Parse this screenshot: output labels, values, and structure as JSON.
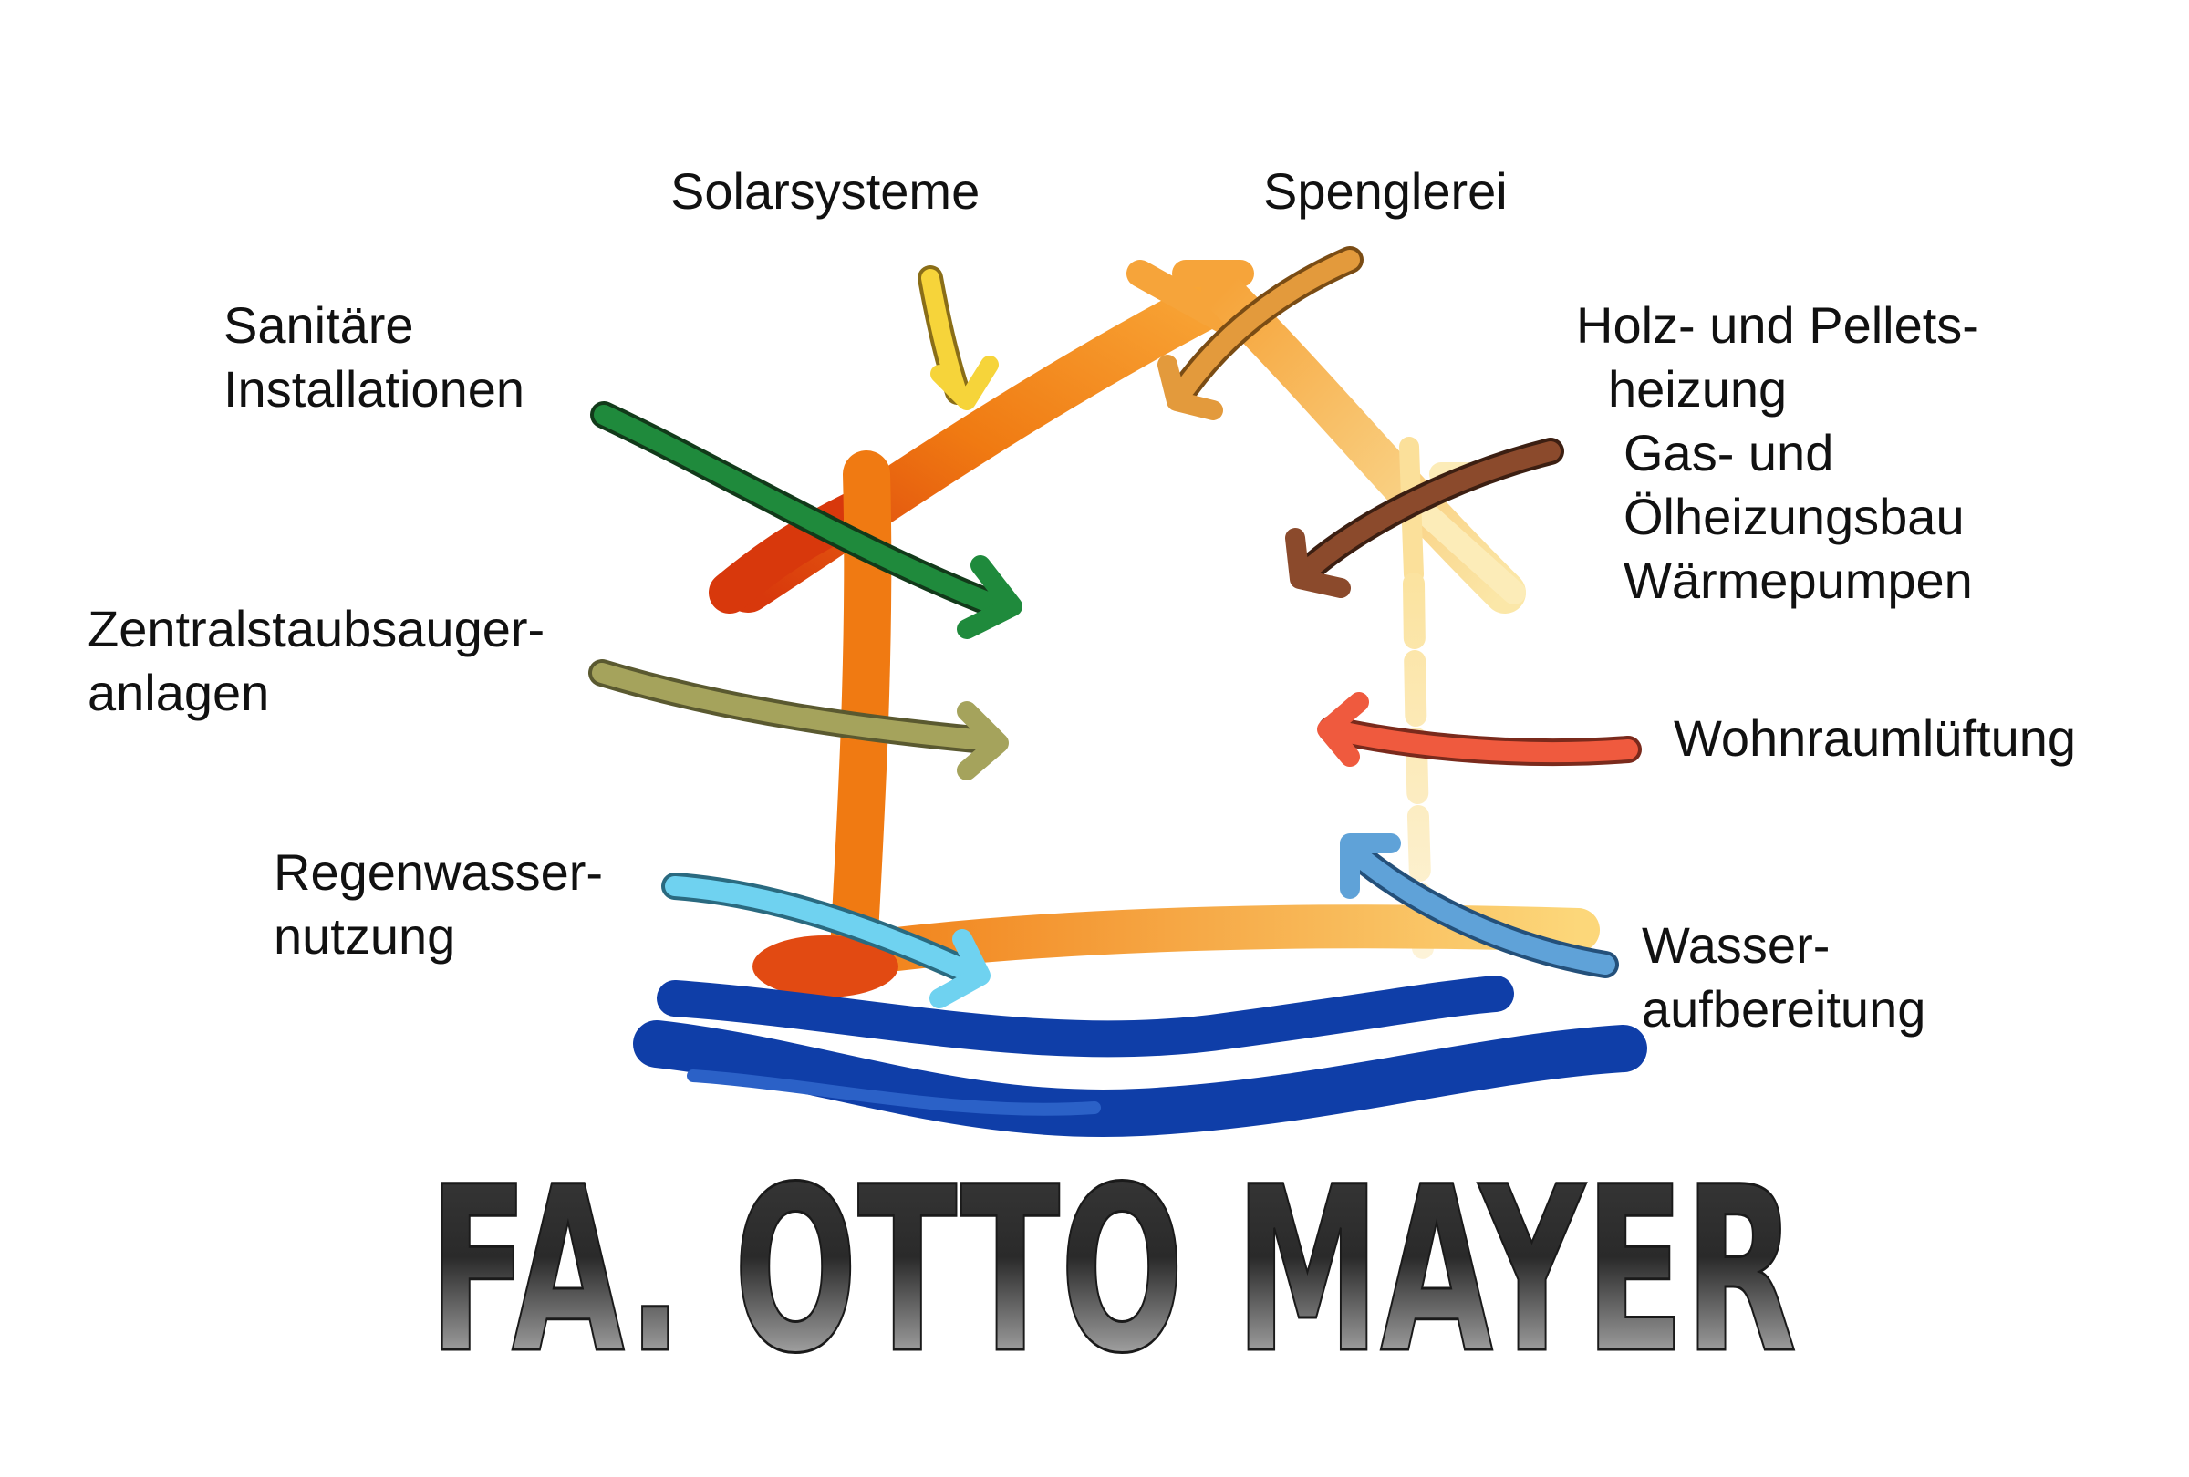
{
  "labels": {
    "solarsysteme": [
      "Solarsysteme"
    ],
    "spenglerei": [
      "Spenglerei"
    ],
    "sanitaere": [
      "Sanitäre",
      "Installationen"
    ],
    "heizung": [
      "Holz- und Pellets-",
      "heizung",
      "Gas- und",
      "Ölheizungsbau",
      "Wärmepumpen"
    ],
    "zentralstaub": [
      "Zentralstaubsauger-",
      "anlagen"
    ],
    "wohnraum": [
      "Wohnraumlüftung"
    ],
    "regenwasser": [
      "Regenwasser-",
      "nutzung"
    ],
    "wasser": [
      "Wasser-",
      "aufbereitung"
    ]
  },
  "brand": {
    "name": "FA. OTTO MAYER"
  },
  "colors": {
    "house_orange": "#f07a12",
    "house_red": "#d8380c",
    "house_light": "#f6c44a",
    "water_blue": "#0f3ea8",
    "arrow_green": "#1f8a3c",
    "arrow_olive": "#a5a35c",
    "arrow_lightblue": "#6fd2f0",
    "arrow_yellow": "#f6d43a",
    "arrow_tan": "#e39a3c",
    "arrow_brown": "#8b4a2c",
    "arrow_red": "#ef5a3e",
    "arrow_steelblue": "#5fa2d8"
  }
}
